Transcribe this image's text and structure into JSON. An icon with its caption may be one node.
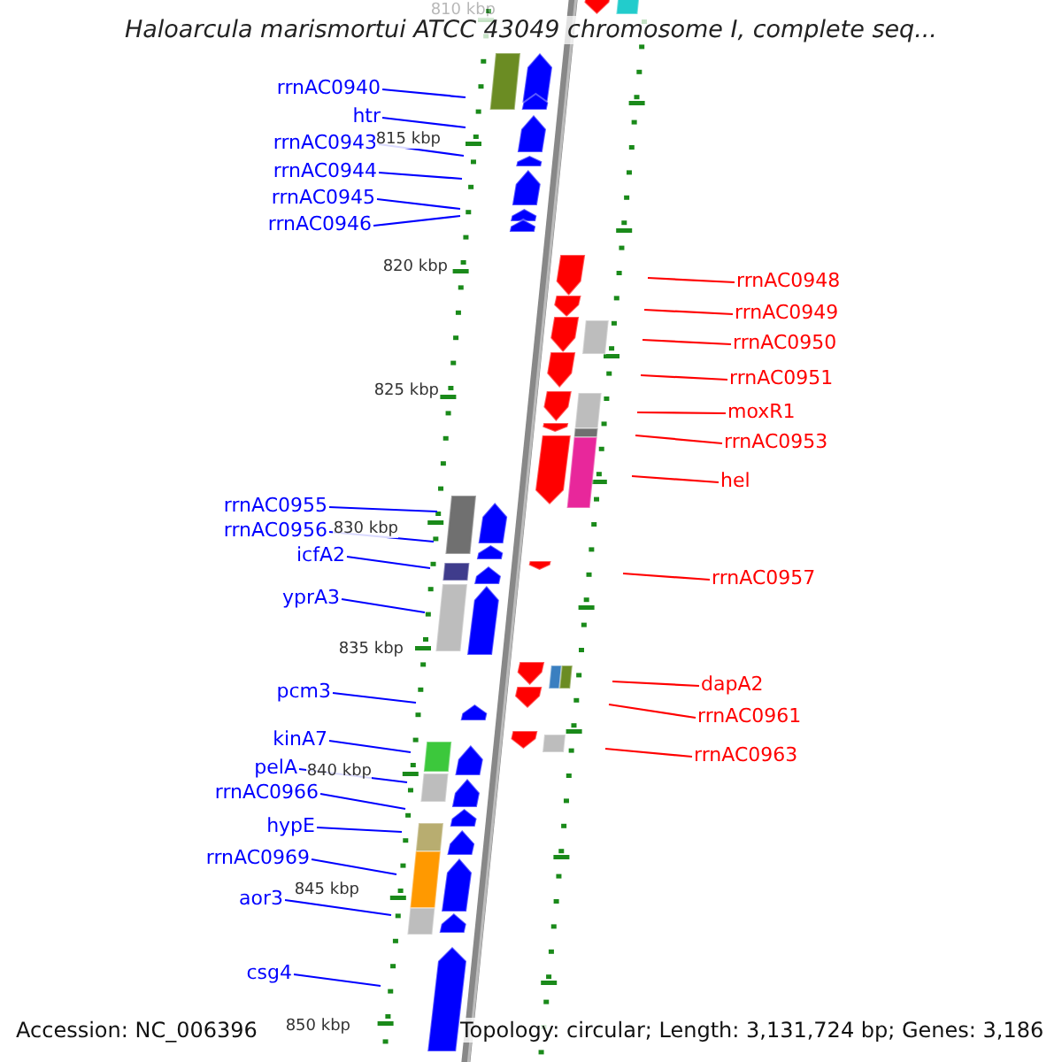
{
  "diagram": {
    "title": "Haloarcula marismortui ATCC 43049 chromosome I, complete seq...",
    "nodes": [
      {
        "text": [
          "rrnAC0940"
        ]
      },
      {
        "text": [
          "htr"
        ]
      },
      {
        "text": [
          "rrnAC0943"
        ]
      },
      {
        "text": [
          "rrnAC0944"
        ]
      },
      {
        "text": [
          "rrnAC0945"
        ]
      },
      {
        "text": [
          "rrnAC0946"
        ]
      },
      {
        "text": [
          "rrnAC0948"
        ]
      },
      {
        "text": [
          "rrnAC0949"
        ]
      },
      {
        "text": [
          "rrnAC0950"
        ]
      },
      {
        "text": [
          "rrnAC0951"
        ]
      },
      {
        "text": [
          "moxR1"
        ]
      },
      {
        "text": [
          "rrnAC0953"
        ]
      },
      {
        "text": [
          "hel"
        ]
      },
      {
        "text": [
          "rrnAC0955"
        ]
      },
      {
        "text": [
          "rrnAC0956"
        ]
      },
      {
        "text": [
          "icfA2"
        ]
      },
      {
        "text": [
          "rrnAC0957"
        ]
      },
      {
        "text": [
          "yprA3"
        ]
      },
      {
        "text": [
          "pcm3"
        ]
      },
      {
        "text": [
          "dapA2"
        ]
      },
      {
        "text": [
          "rrnAC0961"
        ]
      },
      {
        "text": [
          "kinA7"
        ]
      },
      {
        "text": [
          "rrnAC0963"
        ]
      },
      {
        "text": [
          "pelA"
        ]
      },
      {
        "text": [
          "rrnAC0966"
        ]
      },
      {
        "text": [
          "hypE"
        ]
      },
      {
        "text": [
          "rrnAC0969"
        ]
      },
      {
        "text": [
          "aor3"
        ]
      },
      {
        "text": [
          "csg4"
        ]
      }
    ],
    "edges": [
      {
        "from": 0,
        "to": null,
        "arrow": "none"
      },
      {
        "from": 1,
        "to": null,
        "arrow": "none"
      },
      {
        "from": 2,
        "to": null,
        "arrow": "none"
      },
      {
        "from": 3,
        "to": null,
        "arrow": "none"
      },
      {
        "from": 4,
        "to": null,
        "arrow": "none"
      },
      {
        "from": 5,
        "to": null,
        "arrow": "none"
      },
      {
        "from": 6,
        "to": null,
        "arrow": "none",
        "color": "#ff0000"
      },
      {
        "from": 7,
        "to": null,
        "arrow": "none",
        "color": "#ff0000"
      },
      {
        "from": 8,
        "to": null,
        "arrow": "none",
        "color": "#ff0000"
      },
      {
        "from": 9,
        "to": null,
        "arrow": "none",
        "color": "#ff0000"
      },
      {
        "from": 10,
        "to": null,
        "arrow": "none",
        "color": "#ff0000"
      },
      {
        "from": 11,
        "to": null,
        "arrow": "none",
        "color": "#ff0000"
      },
      {
        "from": 12,
        "to": null,
        "arrow": "none",
        "color": "#ff0000"
      },
      {
        "from": 13,
        "to": null,
        "arrow": "none"
      },
      {
        "from": 14,
        "to": null,
        "arrow": "none"
      },
      {
        "from": 15,
        "to": null,
        "arrow": "none"
      },
      {
        "from": 16,
        "to": null,
        "arrow": "none",
        "color": "#ff0000"
      },
      {
        "from": 17,
        "to": null,
        "arrow": "none"
      },
      {
        "from": 18,
        "to": null,
        "arrow": "none"
      },
      {
        "from": 19,
        "to": null,
        "arrow": "none",
        "color": "#ff0000"
      },
      {
        "from": 20,
        "to": null,
        "arrow": "none",
        "color": "#ff0000"
      },
      {
        "from": 21,
        "to": null,
        "arrow": "none"
      },
      {
        "from": 22,
        "to": null,
        "arrow": "none",
        "color": "#ff0000"
      },
      {
        "from": 23,
        "to": null,
        "arrow": "none"
      },
      {
        "from": 24,
        "to": null,
        "arrow": "none"
      },
      {
        "from": 25,
        "to": null,
        "arrow": "none"
      },
      {
        "from": 26,
        "to": null,
        "arrow": "none"
      },
      {
        "from": 27,
        "to": null,
        "arrow": "none"
      },
      {
        "from": 28,
        "to": null,
        "arrow": "none"
      }
    ],
    "labels": [
      "810 kbp",
      "815 kbp",
      "820 kbp",
      "825 kbp",
      "830 kbp",
      "835 kbp",
      "840 kbp",
      "845 kbp",
      "850 kbp",
      "Accession: NC_006396",
      "Topology: circular; Length: 3,131,724 bp; Genes: 3,186"
    ]
  }
}
